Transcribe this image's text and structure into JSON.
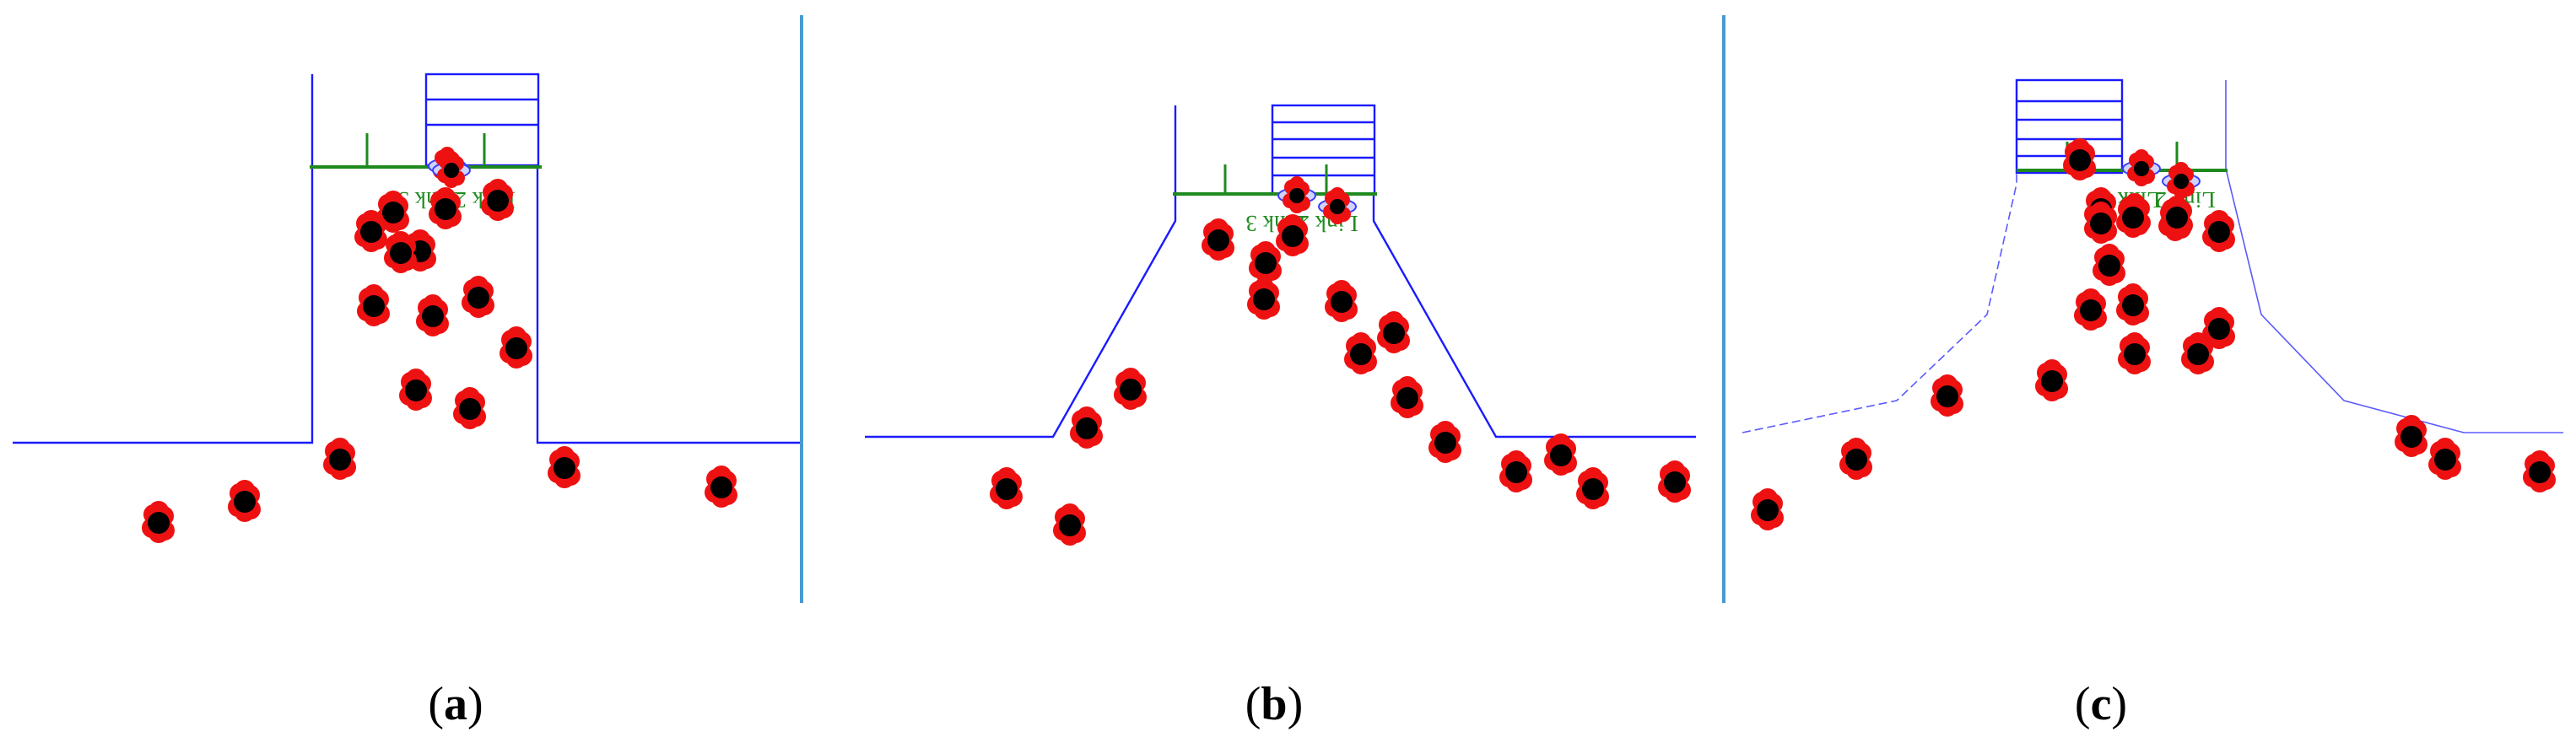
{
  "panels": [
    {
      "id": "a",
      "caption_open": "(",
      "caption_letter": "a",
      "caption_close": ")",
      "link_labels": [
        "Link 3",
        "Link 2"
      ]
    },
    {
      "id": "b",
      "caption_open": "(",
      "caption_letter": "b",
      "caption_close": ")",
      "link_labels": [
        "Link 3",
        "Link 2"
      ]
    },
    {
      "id": "c",
      "caption_open": "(",
      "caption_letter": "c",
      "caption_close": ")",
      "link_labels": [
        "Link 3",
        "Link 2"
      ]
    }
  ],
  "colors": {
    "wall": "#1a1aff",
    "divider": "#4a9ad0",
    "link": "#1e8a1e",
    "particle_outer": "#ee1111",
    "particle_inner": "#000000"
  }
}
